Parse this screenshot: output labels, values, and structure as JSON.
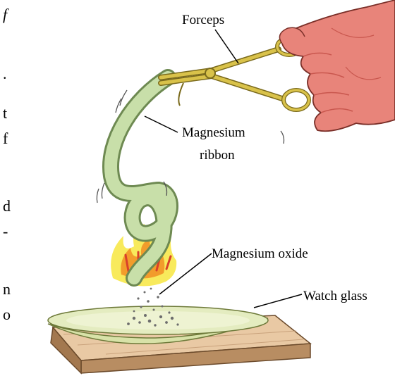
{
  "labels": {
    "forceps": "Forceps",
    "magnesium_ribbon_line1": "Magnesium",
    "magnesium_ribbon_line2": "ribbon",
    "magnesium_oxide": "Magnesium oxide",
    "watch_glass": "Watch glass"
  },
  "cropped_text_edge": {
    "row1": "f",
    "row2": ".",
    "row3": "t",
    "row4": "f",
    "row5": "d",
    "row6": "-",
    "row7": "n",
    "row8": "o"
  },
  "colors": {
    "skin": "#e8847a",
    "skin_shadow": "#c9574e",
    "forceps": "#d9c24a",
    "forceps_dark": "#7a6a1c",
    "ribbon": "#c8dfa9",
    "ribbon_dark": "#6e8a52",
    "flame_yellow": "#f7e84a",
    "flame_orange": "#f29c2b",
    "flame_red": "#d9402a",
    "watch_glass": "#e4ecc0",
    "watch_glass_rim": "#b7c08a",
    "board_top": "#e9c9a4",
    "board_side": "#b88d62",
    "ash": "#7a7a7a"
  }
}
